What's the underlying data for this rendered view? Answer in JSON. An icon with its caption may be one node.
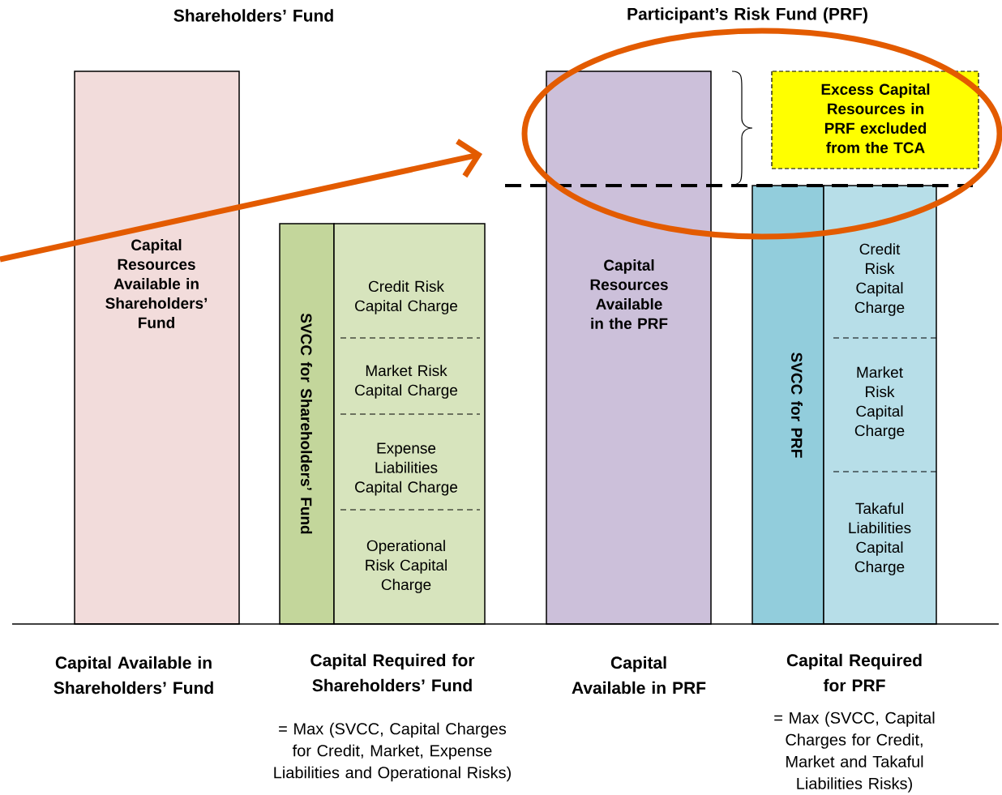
{
  "diagram": {
    "nodes": [
      {
        "text": [
          "Capital Resources Available in Shareholders’ Fund"
        ]
      },
      {
        "text": [
          "SVCC for Shareholders’ Fund"
        ]
      },
      {
        "text": [
          "Credit Risk Capital Charge"
        ]
      },
      {
        "text": [
          "Market Risk Capital Charge"
        ]
      },
      {
        "text": [
          "Expense Liabilities Capital Charge"
        ]
      },
      {
        "text": [
          "Operational Risk Capital Charge"
        ]
      },
      {
        "text": [
          "Capital Resources Available in the PRF"
        ]
      },
      {
        "text": [
          "Excess Capital Resources in PRF excluded from the TCA"
        ]
      },
      {
        "text": [
          "SVCC for PRF"
        ]
      },
      {
        "text": [
          "Credit Risk Capital Charge"
        ]
      },
      {
        "text": [
          "Market Risk Capital Charge"
        ]
      },
      {
        "text": [
          "Takaful Liabilities Capital Charge"
        ]
      }
    ],
    "labels": [
      "Shareholders’ Fund",
      "Participant’s Risk Fund (PRF)",
      "Capital Available in Shareholders’ Fund",
      "Capital Required for Shareholders’ Fund",
      "Capital Available in PRF",
      "Capital Required for PRF",
      "= Max (SVCC, Capital Charges for Credit, Market, Expense Liabilities and Operational Risks)",
      "= Max (SVCC, Capital Charges for Credit, Market and Takaful Liabilities Risks)"
    ]
  }
}
